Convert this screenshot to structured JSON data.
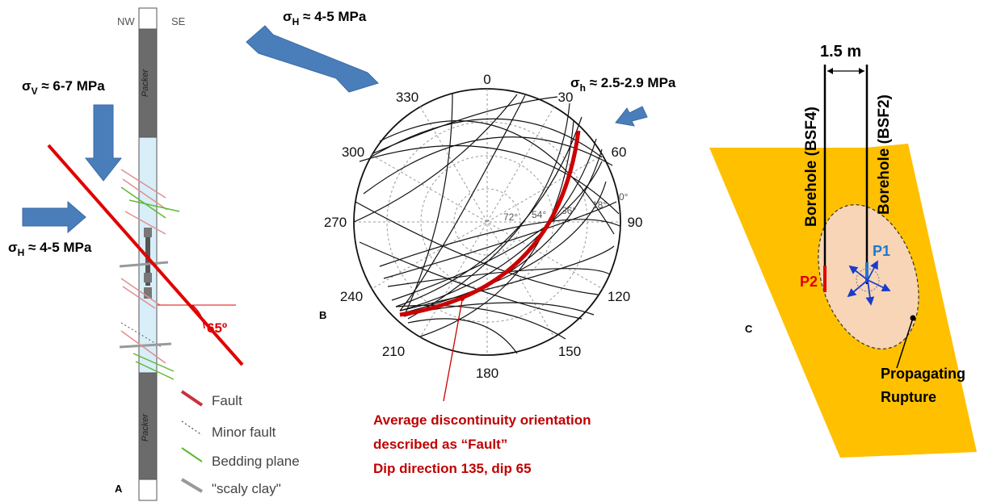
{
  "panel_a": {
    "panel_letter": "A",
    "orientation_left": "NW",
    "orientation_right": "SE",
    "packer_label": "Packer",
    "stress_vertical": {
      "symbol": "σ",
      "sub": "V",
      "value": " ≈ 6-7 MPa"
    },
    "stress_horizontal": {
      "symbol": "σ",
      "sub": "H",
      "value": " ≈ 4-5 MPa"
    },
    "dip_angle_label": "65º",
    "legend": [
      {
        "label": "Fault",
        "color": "#c8323c"
      },
      {
        "label": "Minor fault",
        "color": "#555555"
      },
      {
        "label": "Bedding plane",
        "color": "#5fb832"
      },
      {
        "label": "\"scaly clay\"",
        "color": "#999999"
      }
    ]
  },
  "panel_b": {
    "panel_letter": "B",
    "stress_max": {
      "symbol": "σ",
      "sub": "H",
      "value": " ≈ 4-5 MPa"
    },
    "stress_min": {
      "symbol": "σ",
      "sub": "h",
      "value": " ≈ 2.5-2.9 MPa"
    },
    "azimuth_labels": [
      "0",
      "30",
      "60",
      "90",
      "120",
      "150",
      "180",
      "210",
      "240",
      "270",
      "300",
      "330"
    ],
    "dip_labels": [
      "72°",
      "54°",
      "36°",
      "18°",
      "0°"
    ],
    "annotation": [
      "Average discontinuity orientation",
      "described as “Fault”",
      "Dip direction 135, dip 65"
    ],
    "fault_color": "#cc0000"
  },
  "panel_c": {
    "panel_letter": "C",
    "spacing_label": "1.5 m",
    "borehole_left": "Borehole (BSF4)",
    "borehole_right": "Borehole (BSF2)",
    "point_1": "P1",
    "point_2": "P2",
    "rupture_label": [
      "Propagating",
      "Rupture"
    ],
    "plane_color": "#ffc000",
    "rupture_fill": "#f8d5b7"
  },
  "colors": {
    "arrow_blue": "#4a7ebb",
    "fault_red": "#e00000",
    "borehole_fill": "#d8eef8"
  }
}
